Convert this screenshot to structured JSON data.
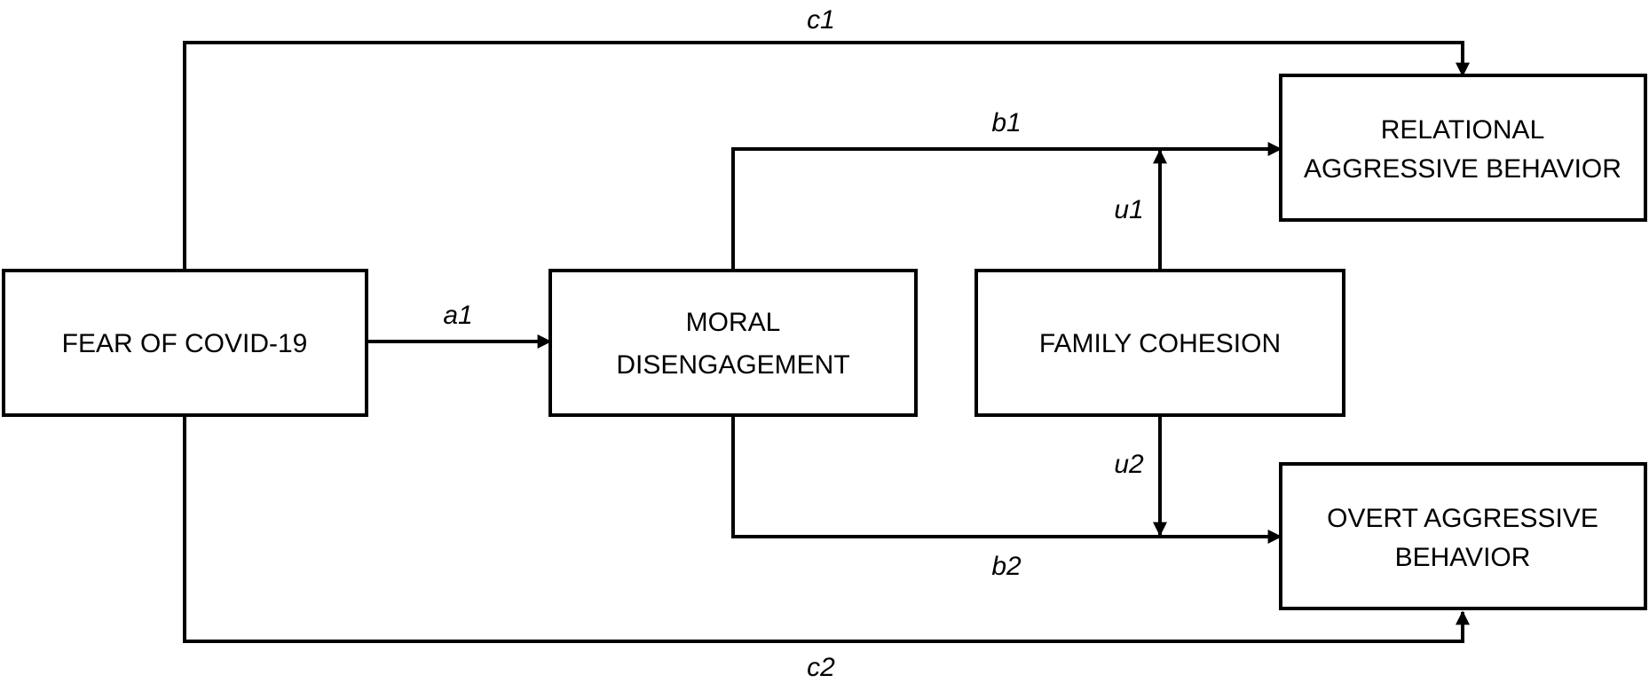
{
  "nodes": {
    "fear": {
      "lines": [
        "FEAR OF COVID-19"
      ]
    },
    "moral": {
      "lines": [
        "MORAL",
        "DISENGAGEMENT"
      ]
    },
    "family": {
      "lines": [
        "FAMILY COHESION"
      ]
    },
    "relational": {
      "lines": [
        "RELATIONAL",
        "AGGRESSIVE BEHAVIOR"
      ]
    },
    "overt": {
      "lines": [
        "OVERT AGGRESSIVE",
        "BEHAVIOR"
      ]
    }
  },
  "paths": {
    "c1": "c1",
    "b1": "b1",
    "u1": "u1",
    "a1": "a1",
    "u2": "u2",
    "b2": "b2",
    "c2": "c2"
  },
  "colors": {
    "stroke": "#000000",
    "background": "#ffffff"
  }
}
